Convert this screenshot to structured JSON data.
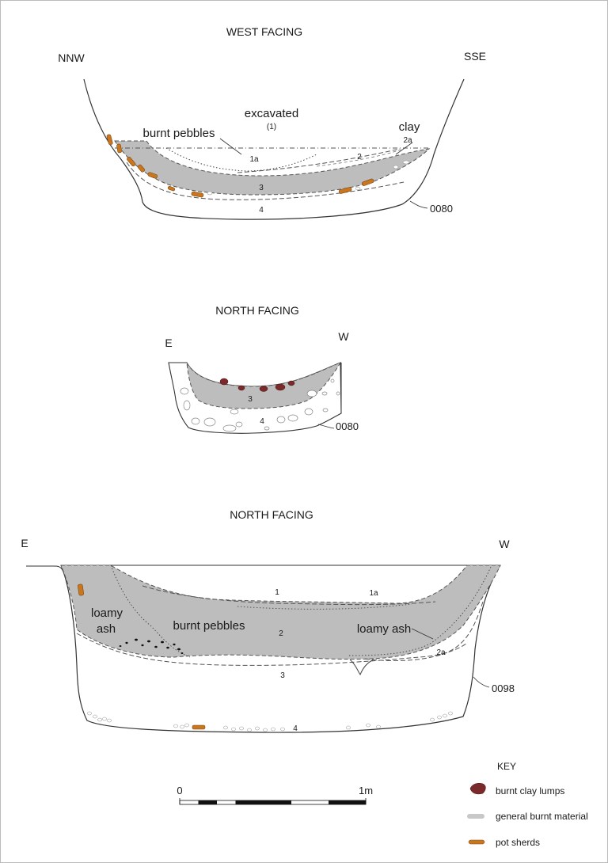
{
  "section_west": {
    "title": "WEST FACING",
    "dir_left": "NNW",
    "dir_right": "SSE",
    "excavated": "excavated",
    "excavated_num": "(1)",
    "burnt_pebbles": "burnt pebbles",
    "clay": "clay",
    "l1a": "1a",
    "l2": "2",
    "l2a": "2a",
    "l3": "3",
    "l4": "4",
    "feature": "0080"
  },
  "section_north1": {
    "title": "NORTH FACING",
    "dir_left": "E",
    "dir_right": "W",
    "l3": "3",
    "l4": "4",
    "feature": "0080"
  },
  "section_north2": {
    "title": "NORTH FACING",
    "dir_left": "E",
    "dir_right": "W",
    "l1": "1",
    "l1a": "1a",
    "loamy_ash_left_1": "loamy",
    "loamy_ash_left_2": "ash",
    "burnt_pebbles": "burnt pebbles",
    "loamy_ash_right": "loamy ash",
    "l2": "2",
    "l2a": "2a",
    "l3": "3",
    "l4": "4",
    "feature": "0098"
  },
  "scale": {
    "start": "0",
    "end": "1m"
  },
  "key": {
    "title": "KEY",
    "items": [
      {
        "label": "burnt clay lumps",
        "color": "#7a2a2a"
      },
      {
        "label": "general burnt material",
        "color": "#c8c8c8"
      },
      {
        "label": "pot sherds",
        "color": "#c9761f"
      }
    ]
  },
  "colors": {
    "burnt_material": "#bdbdbd",
    "burnt_clay": "#7a2a2a",
    "pot_sherd": "#c9761f",
    "line": "#333333"
  }
}
